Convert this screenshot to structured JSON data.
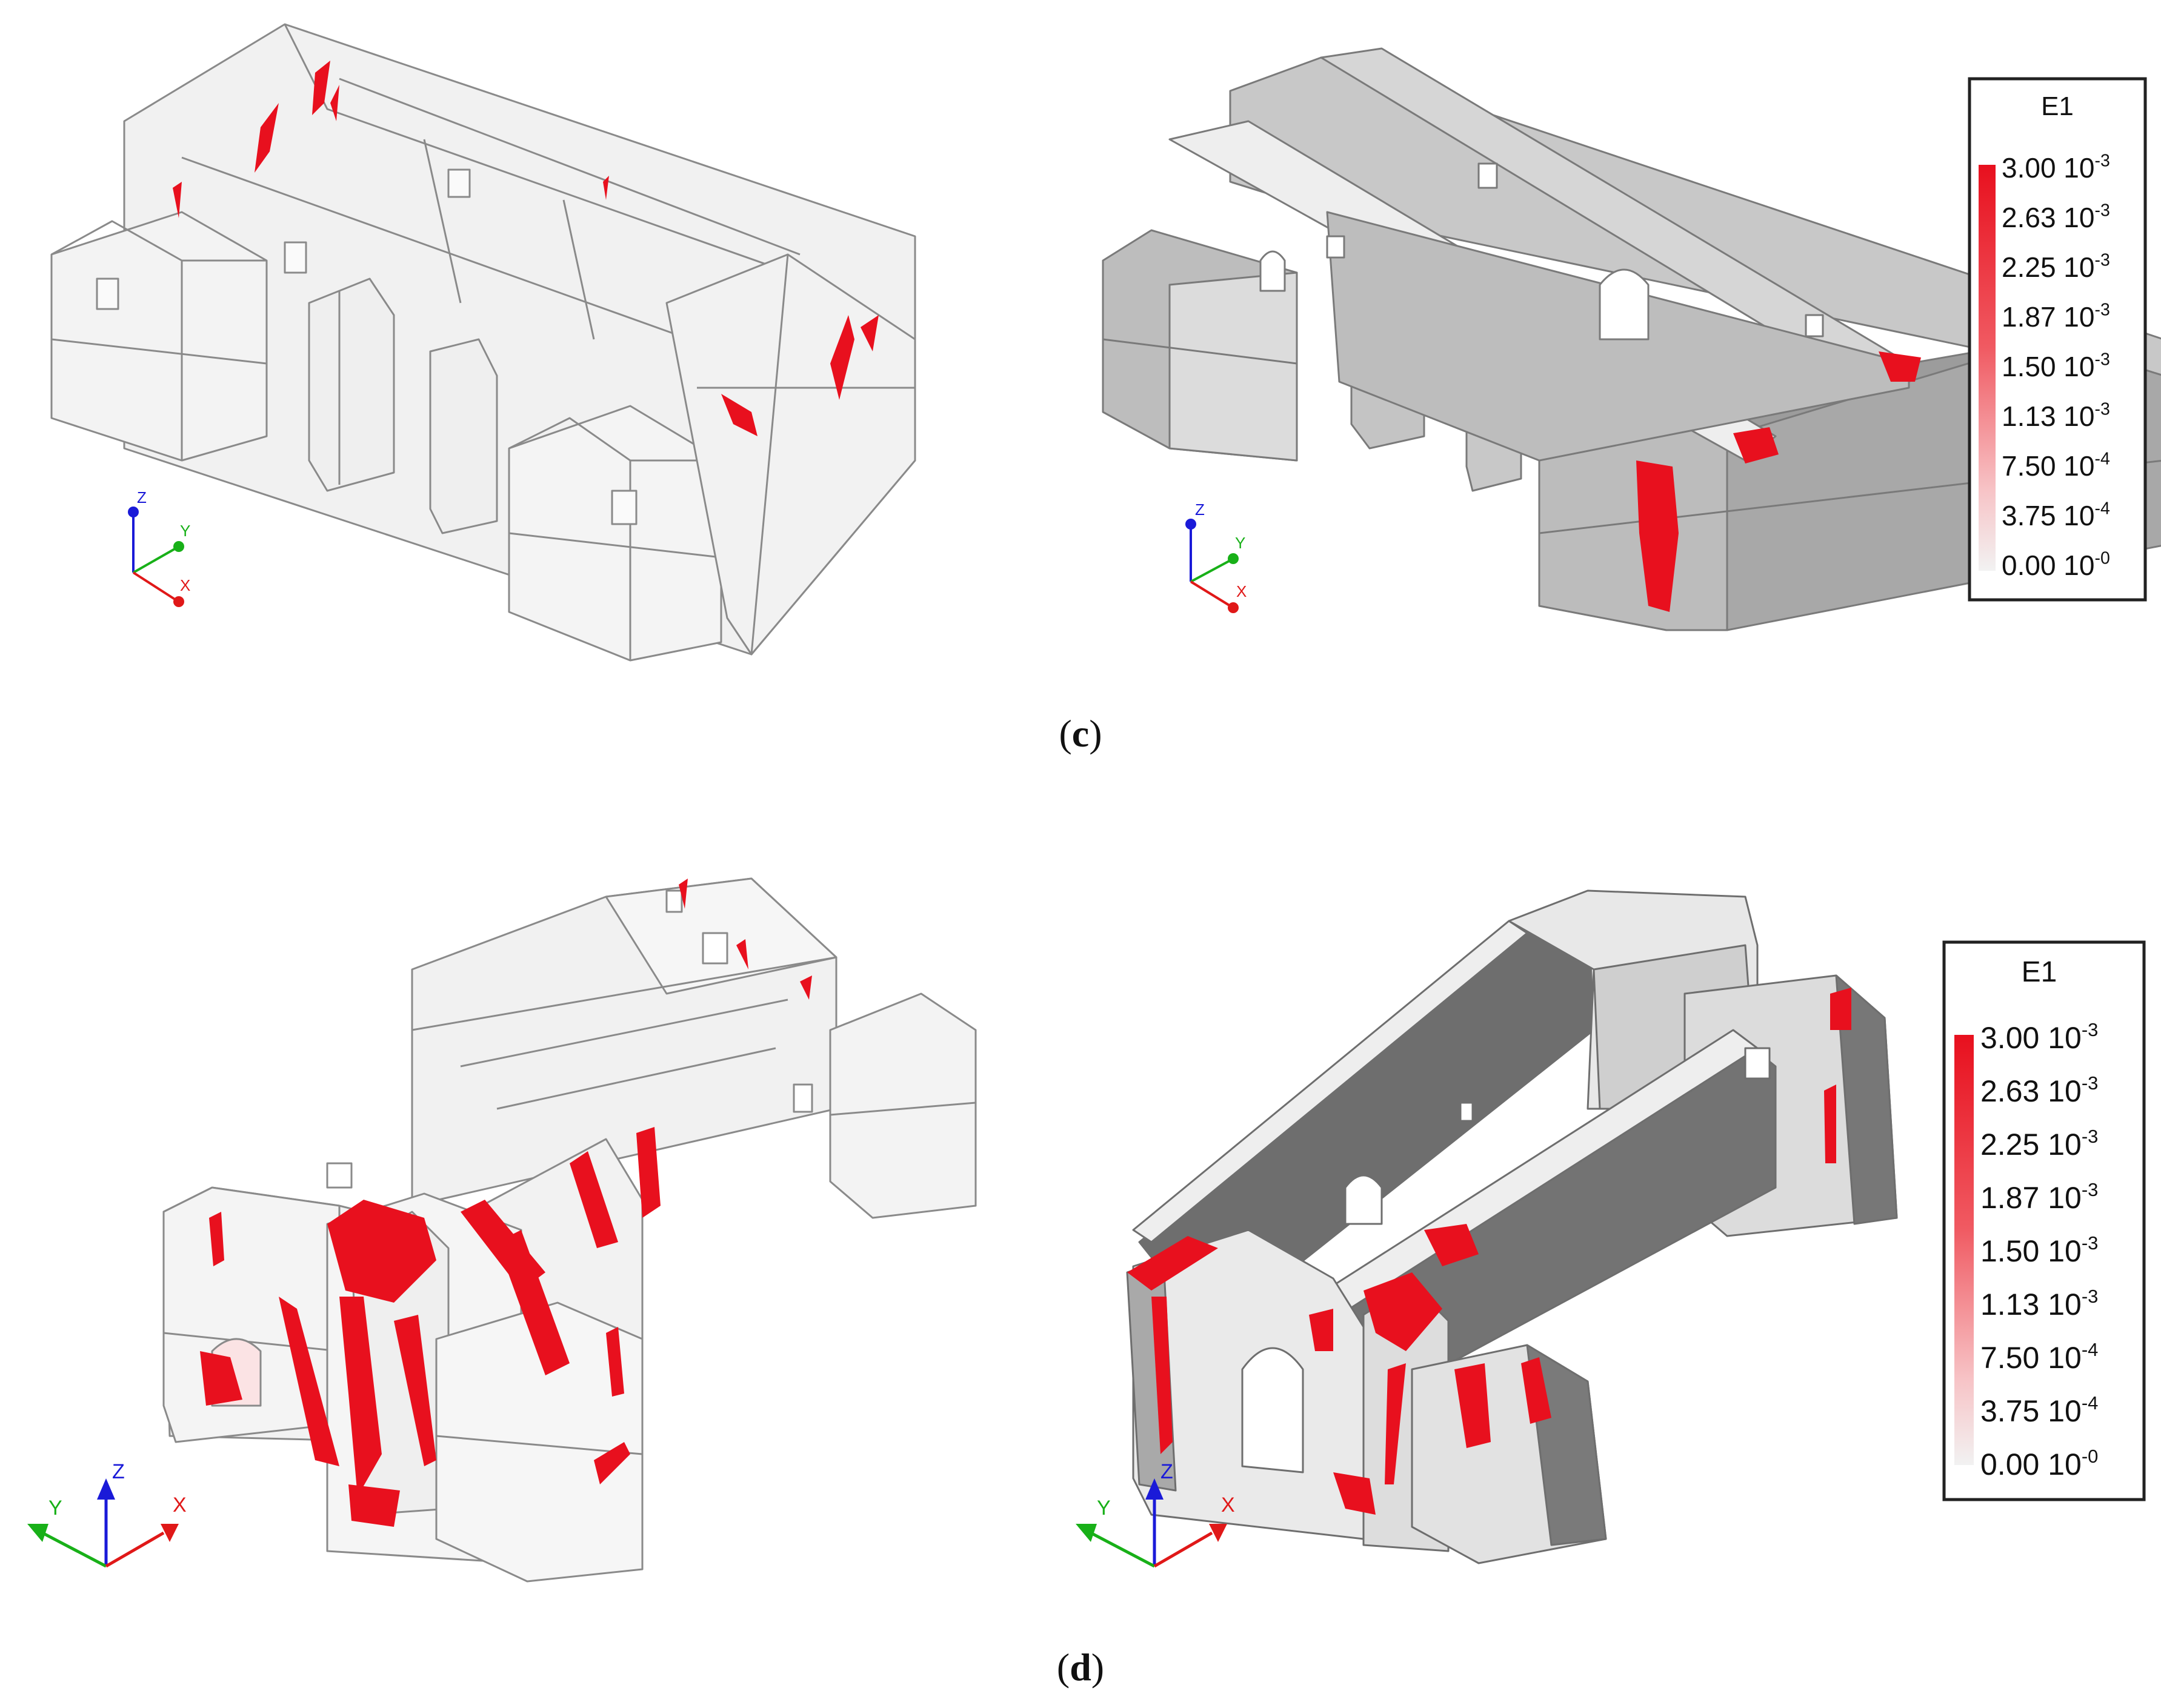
{
  "colors": {
    "crack": "#e8101e",
    "wall_light": "#f0f0f0",
    "wall_grey": "#cdcdcd",
    "wall_dark": "#6e6e6e",
    "edge": "#8a8a8a",
    "axis_x": "#e01818",
    "axis_y": "#18b018",
    "axis_z": "#1a1ad8"
  },
  "panels": [
    {
      "caption": "c",
      "legend": {
        "title": "E1",
        "entries": [
          {
            "mantissa": "3.00",
            "exp": "-3"
          },
          {
            "mantissa": "2.63",
            "exp": "-3"
          },
          {
            "mantissa": "2.25",
            "exp": "-3"
          },
          {
            "mantissa": "1.87",
            "exp": "-3"
          },
          {
            "mantissa": "1.50",
            "exp": "-3"
          },
          {
            "mantissa": "1.13",
            "exp": "-3"
          },
          {
            "mantissa": "7.50",
            "exp": "-4"
          },
          {
            "mantissa": "3.75",
            "exp": "-4"
          },
          {
            "mantissa": "0.00",
            "exp": "-0"
          }
        ]
      },
      "axes_left": {
        "z": "Z",
        "y": "Y",
        "x": "X"
      },
      "axes_right": {
        "z": "Z",
        "y": "Y",
        "x": "X"
      }
    },
    {
      "caption": "d",
      "legend": {
        "title": "E1",
        "entries": [
          {
            "mantissa": "3.00",
            "exp": "-3"
          },
          {
            "mantissa": "2.63",
            "exp": "-3"
          },
          {
            "mantissa": "2.25",
            "exp": "-3"
          },
          {
            "mantissa": "1.87",
            "exp": "-3"
          },
          {
            "mantissa": "1.50",
            "exp": "-3"
          },
          {
            "mantissa": "1.13",
            "exp": "-3"
          },
          {
            "mantissa": "7.50",
            "exp": "-4"
          },
          {
            "mantissa": "3.75",
            "exp": "-4"
          },
          {
            "mantissa": "0.00",
            "exp": "-0"
          }
        ]
      },
      "axes_left": {
        "z": "Z",
        "y": "Y",
        "x": "X"
      },
      "axes_right": {
        "z": "Z",
        "y": "Y",
        "x": "X"
      }
    }
  ]
}
